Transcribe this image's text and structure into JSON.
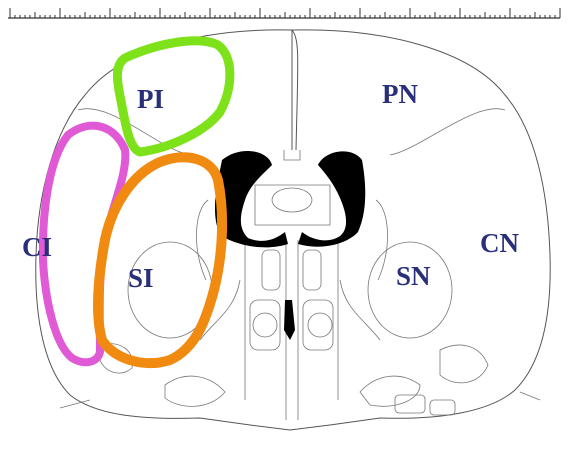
{
  "figure": {
    "labels": {
      "pi": "PI",
      "pn": "PN",
      "ci": "CI",
      "cn": "CN",
      "si": "SI",
      "sn": "SN"
    },
    "colors": {
      "pi_outline": "#7ee21a",
      "ci_outline": "#e05ad6",
      "si_outline": "#f08a10",
      "label_text": "#2a2f7a",
      "ventricle_fill": "#000000"
    }
  }
}
